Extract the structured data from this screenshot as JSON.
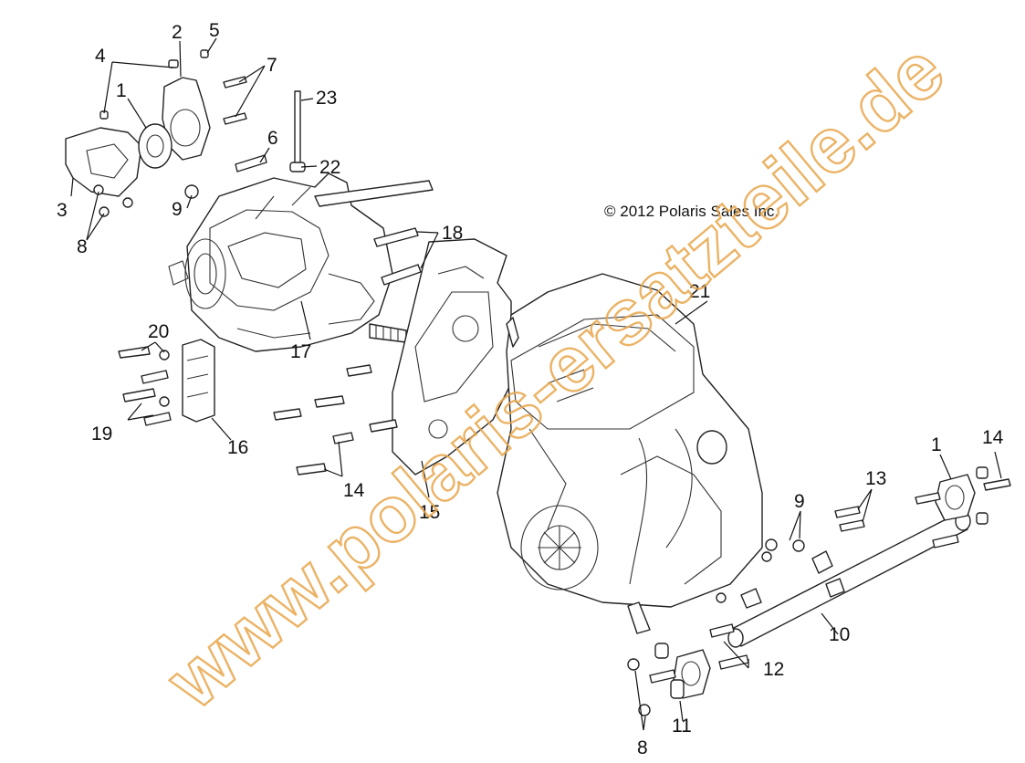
{
  "copyright": "© 2012 Polaris Sales Inc.",
  "watermark": "www.polaris-ersatzteile.de",
  "watermark_color": "#e8a64c",
  "callouts": [
    "1",
    "2",
    "3",
    "4",
    "5",
    "6",
    "7",
    "8",
    "9",
    "10",
    "11",
    "12",
    "13",
    "14",
    "15",
    "16",
    "17",
    "18",
    "19",
    "20",
    "21",
    "22",
    "23"
  ],
  "callout_instances": [
    {
      "id": "c4",
      "text": "4"
    },
    {
      "id": "c2",
      "text": "2"
    },
    {
      "id": "c5",
      "text": "5"
    },
    {
      "id": "c7",
      "text": "7"
    },
    {
      "id": "c1a",
      "text": "1"
    },
    {
      "id": "c23",
      "text": "23"
    },
    {
      "id": "c6",
      "text": "6"
    },
    {
      "id": "c22",
      "text": "22"
    },
    {
      "id": "c3",
      "text": "3"
    },
    {
      "id": "c9a",
      "text": "9"
    },
    {
      "id": "c8a",
      "text": "8"
    },
    {
      "id": "c18",
      "text": "18"
    },
    {
      "id": "c21",
      "text": "21"
    },
    {
      "id": "c20",
      "text": "20"
    },
    {
      "id": "c17",
      "text": "17"
    },
    {
      "id": "c19",
      "text": "19"
    },
    {
      "id": "c16",
      "text": "16"
    },
    {
      "id": "c14a",
      "text": "14"
    },
    {
      "id": "c15",
      "text": "15"
    },
    {
      "id": "c13",
      "text": "13"
    },
    {
      "id": "c9b",
      "text": "9"
    },
    {
      "id": "c1b",
      "text": "1"
    },
    {
      "id": "c14b",
      "text": "14"
    },
    {
      "id": "c10",
      "text": "10"
    },
    {
      "id": "c12",
      "text": "12"
    },
    {
      "id": "c11",
      "text": "11"
    },
    {
      "id": "c8b",
      "text": "8"
    }
  ]
}
